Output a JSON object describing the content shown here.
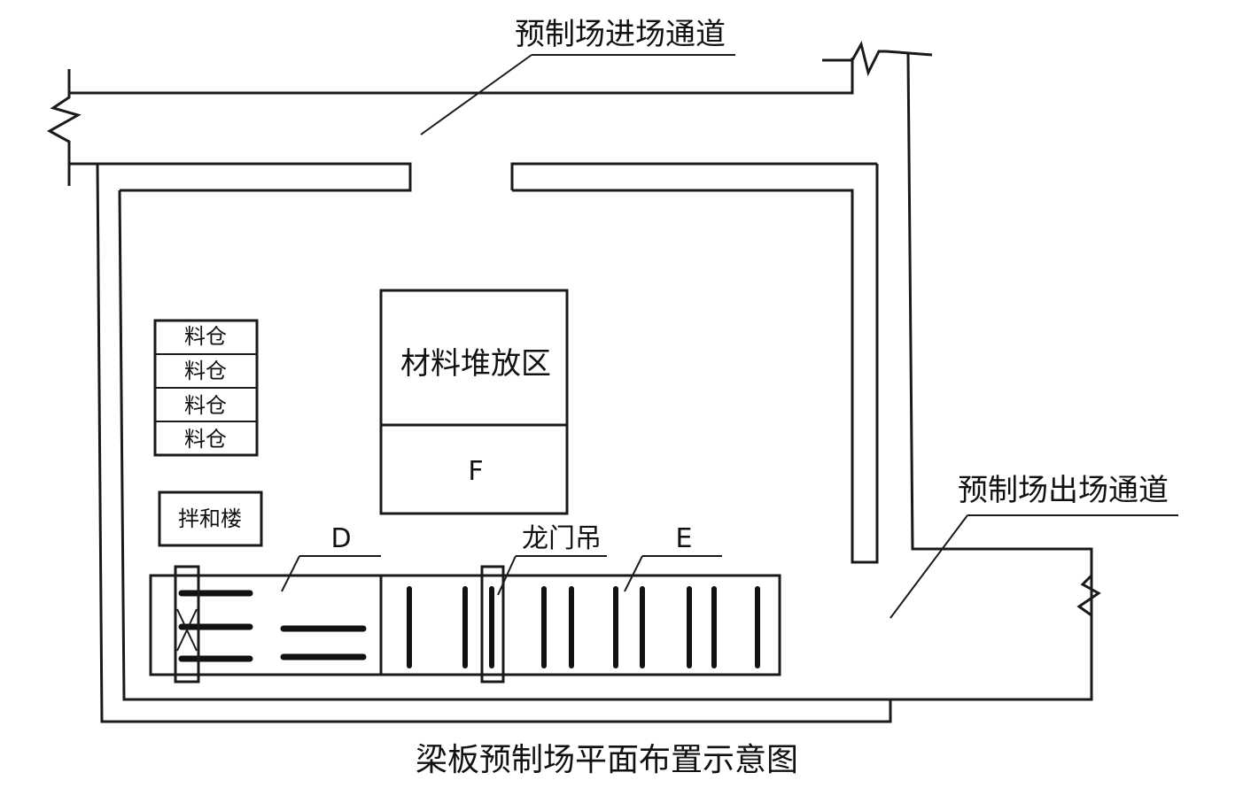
{
  "labels": {
    "entry_channel": "预制场进场通道",
    "exit_channel": "预制场出场通道",
    "material_area": "材料堆放区",
    "zone_f": "F",
    "zone_d": "D",
    "zone_e": "E",
    "gantry_crane": "龙门吊",
    "mixing_plant": "拌和楼",
    "bins": [
      "料仓",
      "料仓",
      "料仓",
      "料仓"
    ],
    "caption": "梁板预制场平面布置示意图"
  }
}
